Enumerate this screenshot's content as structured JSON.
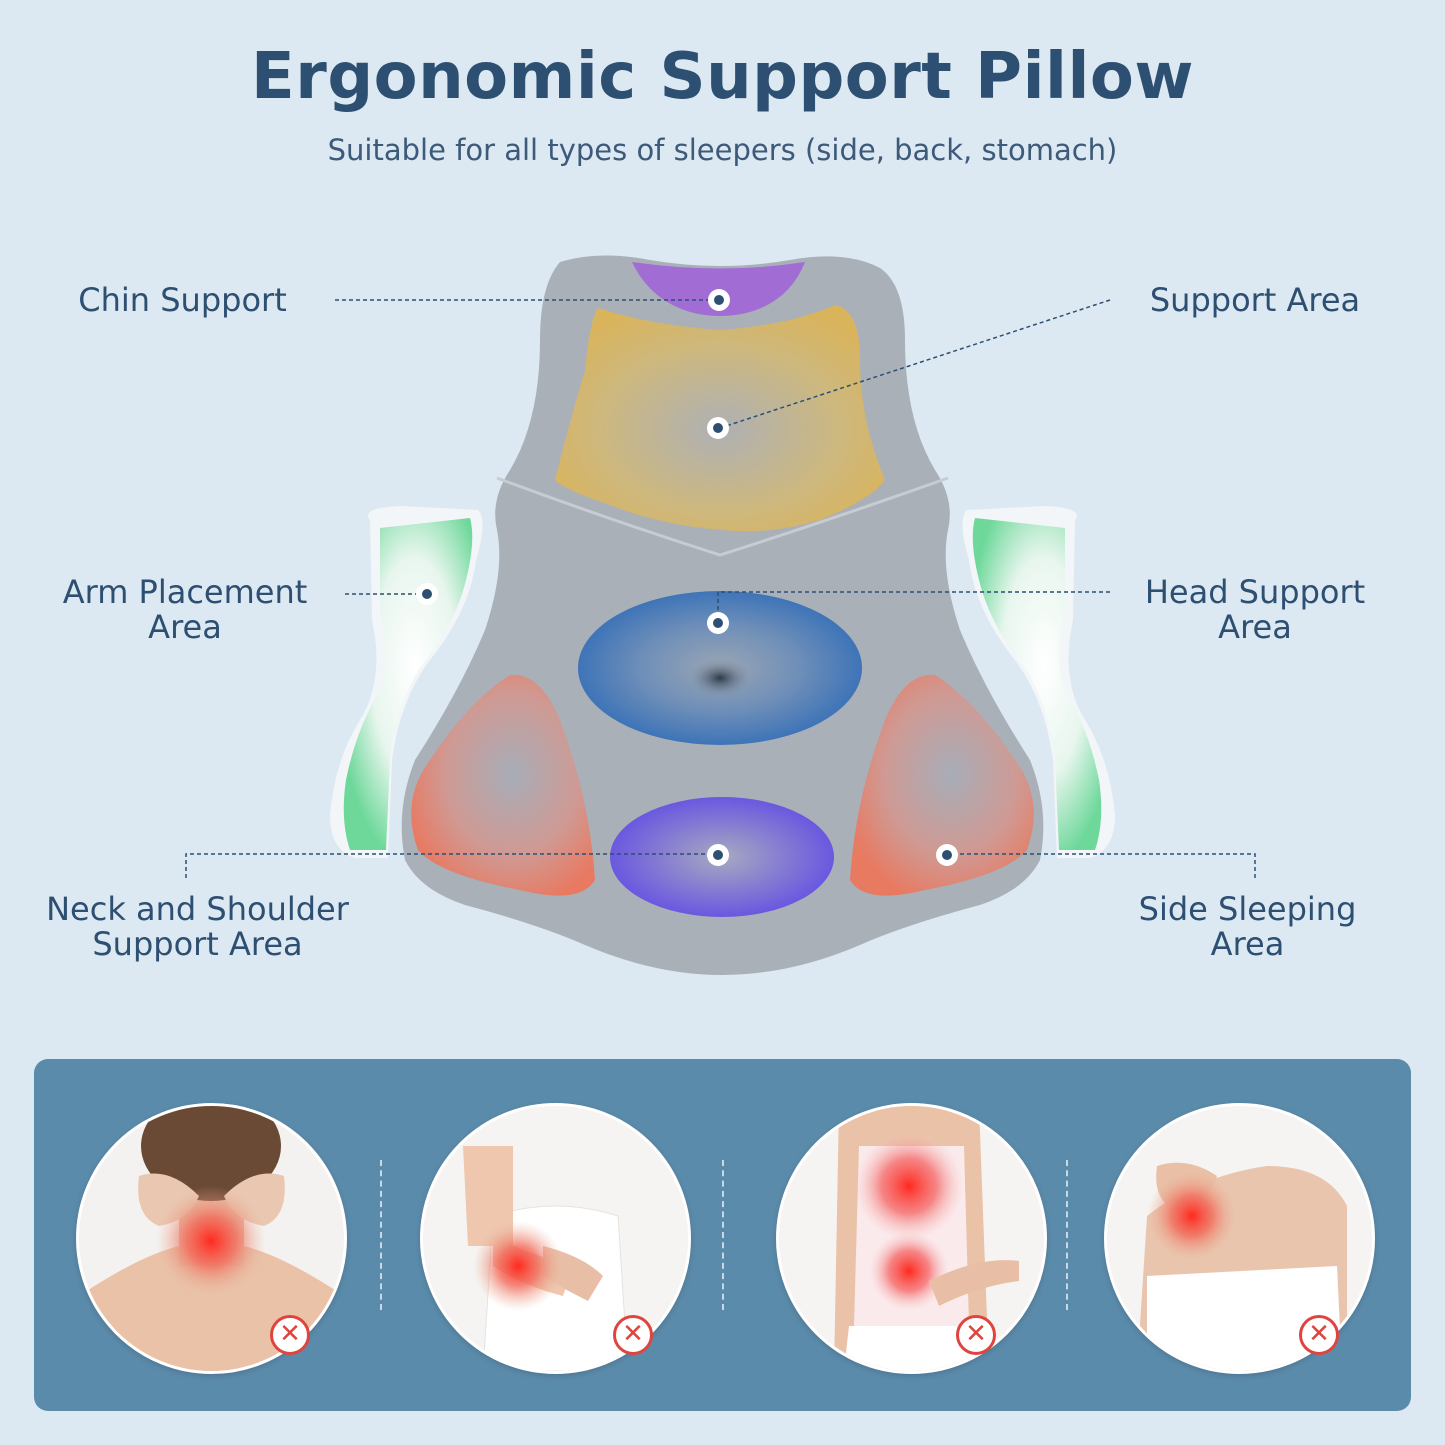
{
  "header": {
    "title": "Ergonomic Support Pillow",
    "subtitle": "Suitable for all types of sleepers (side, back, stomach)"
  },
  "zones": {
    "chin_support": "Chin Support",
    "support_area": "Support Area",
    "arm_placement_line1": "Arm Placement",
    "arm_placement_line2": "Area",
    "head_support_line1": "Head Support",
    "head_support_line2": "Area",
    "neck_shoulder_line1": "Neck and Shoulder",
    "neck_shoulder_line2": "Support Area",
    "side_sleeping_line1": "Side Sleeping",
    "side_sleeping_line2": "Area"
  },
  "zone_colors": {
    "chin": "#a060d8",
    "support": "#d9b35a",
    "arm": "#6ed89a",
    "head": "#3e74b8",
    "shoulder": "#e87a62",
    "lower": "#6a58e0"
  },
  "pain_points": [
    {
      "area": "neck",
      "icon": "x-mark-icon"
    },
    {
      "area": "elbow",
      "icon": "x-mark-icon"
    },
    {
      "area": "back",
      "icon": "x-mark-icon"
    },
    {
      "area": "shoulder",
      "icon": "x-mark-icon"
    }
  ],
  "colors": {
    "background": "#dde9f2",
    "text": "#2d4f72",
    "panel": "#5b8bab",
    "warning": "#e0443e"
  }
}
